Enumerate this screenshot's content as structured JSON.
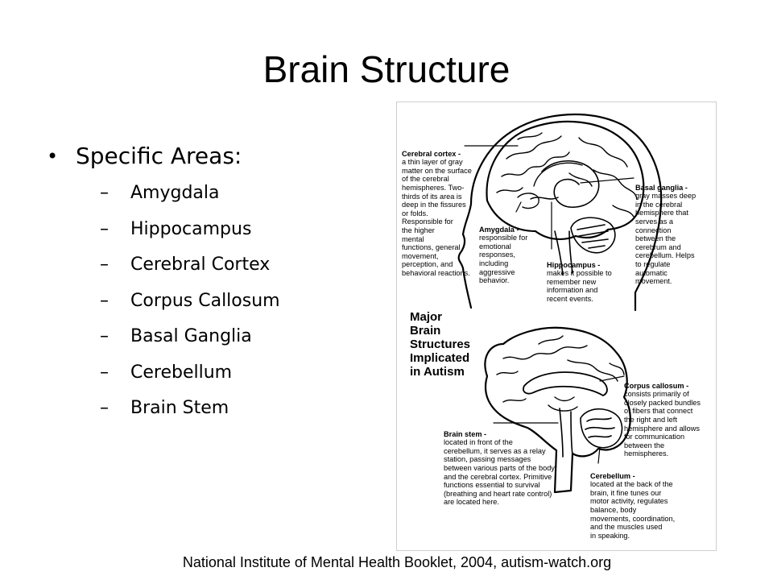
{
  "slide": {
    "title": "Brain Structure",
    "bullet": {
      "symbol": "•",
      "label": "Specific Areas:",
      "sub_symbol": "–",
      "items": [
        "Amygdala",
        "Hippocampus",
        "Cerebral Cortex",
        "Corpus Callosum",
        "Basal Ganglia",
        "Cerebellum",
        "Brain Stem"
      ]
    },
    "caption": "National Institute of Mental Health Booklet, 2004, autism-watch.org"
  },
  "figure": {
    "heading": "Major\nBrain\nStructures\nImplicated\nin Autism",
    "labels": {
      "cerebral_cortex": {
        "title": "Cerebral cortex -",
        "text": "a thin layer of gray\nmatter on the surface\nof the cerebral\nhemispheres. Two-\nthirds of its area is\ndeep in the fissures\nor folds.\nResponsible for\nthe higher\nmental\nfunctions, general\nmovement,\nperception, and\nbehavioral reactions."
      },
      "basal_ganglia": {
        "title": "Basal ganglia -",
        "text": "gray masses deep\nin the cerebral\nhemisphere that\nserves as a\nconnection\nbetween the\ncerebrum and\ncerebellum. Helps\nto regulate\nautomatic\nmovement."
      },
      "amygdala": {
        "title": "Amygdala -",
        "text": "responsible for\nemotional\nresponses,\nincluding\naggressive\nbehavior."
      },
      "hippocampus": {
        "title": "Hippocampus -",
        "text": "makes it possible to\nremember new\ninformation and\nrecent events."
      },
      "corpus_callosum": {
        "title": "Corpus callosum -",
        "text": "consists primarily of\nclosely packed bundles\nof fibers that connect\nthe right and left\nhemisphere and allows\nfor communication\nbetween the\nhemispheres."
      },
      "brain_stem": {
        "title": "Brain stem -",
        "text": "located in front of the\ncerebellum, it serves as a relay\nstation, passing messages\nbetween various parts of the body\nand the cerebral cortex. Primitive\nfunctions essential to survival\n(breathing and heart rate control)\nare located here."
      },
      "cerebellum": {
        "title": "Cerebellum -",
        "text": "located at the back of the\nbrain, it fine tunes our\nmotor activity, regulates\nbalance, body\nmovements, coordination,\nand the muscles used\nin speaking."
      }
    }
  }
}
